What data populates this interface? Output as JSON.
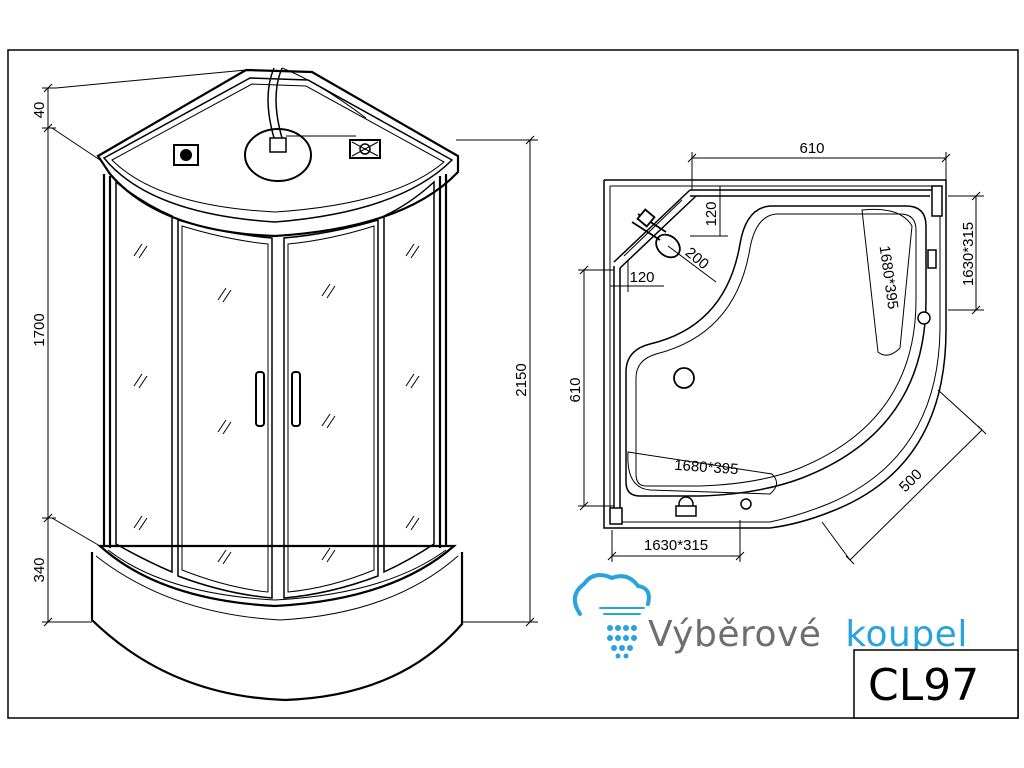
{
  "front_view": {
    "height_top": "40",
    "height_body": "1700",
    "height_base": "340",
    "height_total": "2150"
  },
  "plan_view": {
    "width_top": "610",
    "height_left": "610",
    "offset_top": "120",
    "offset_left": "120",
    "radius_jet": "200",
    "radius_outer": "500",
    "panel_right_top": "1630*315",
    "panel_right_seat": "1680*395",
    "panel_bottom_seat": "1680*395",
    "panel_bottom": "1630*315"
  },
  "brand": {
    "name": "Výběrové koupel",
    "name_part1": "Výběrové",
    "name_part2": "koupel",
    "logo_icon": "shower-cloud-icon",
    "color_primary": "#6e6e6e",
    "color_accent": "#29a3de"
  },
  "model": {
    "code": "CL97"
  }
}
